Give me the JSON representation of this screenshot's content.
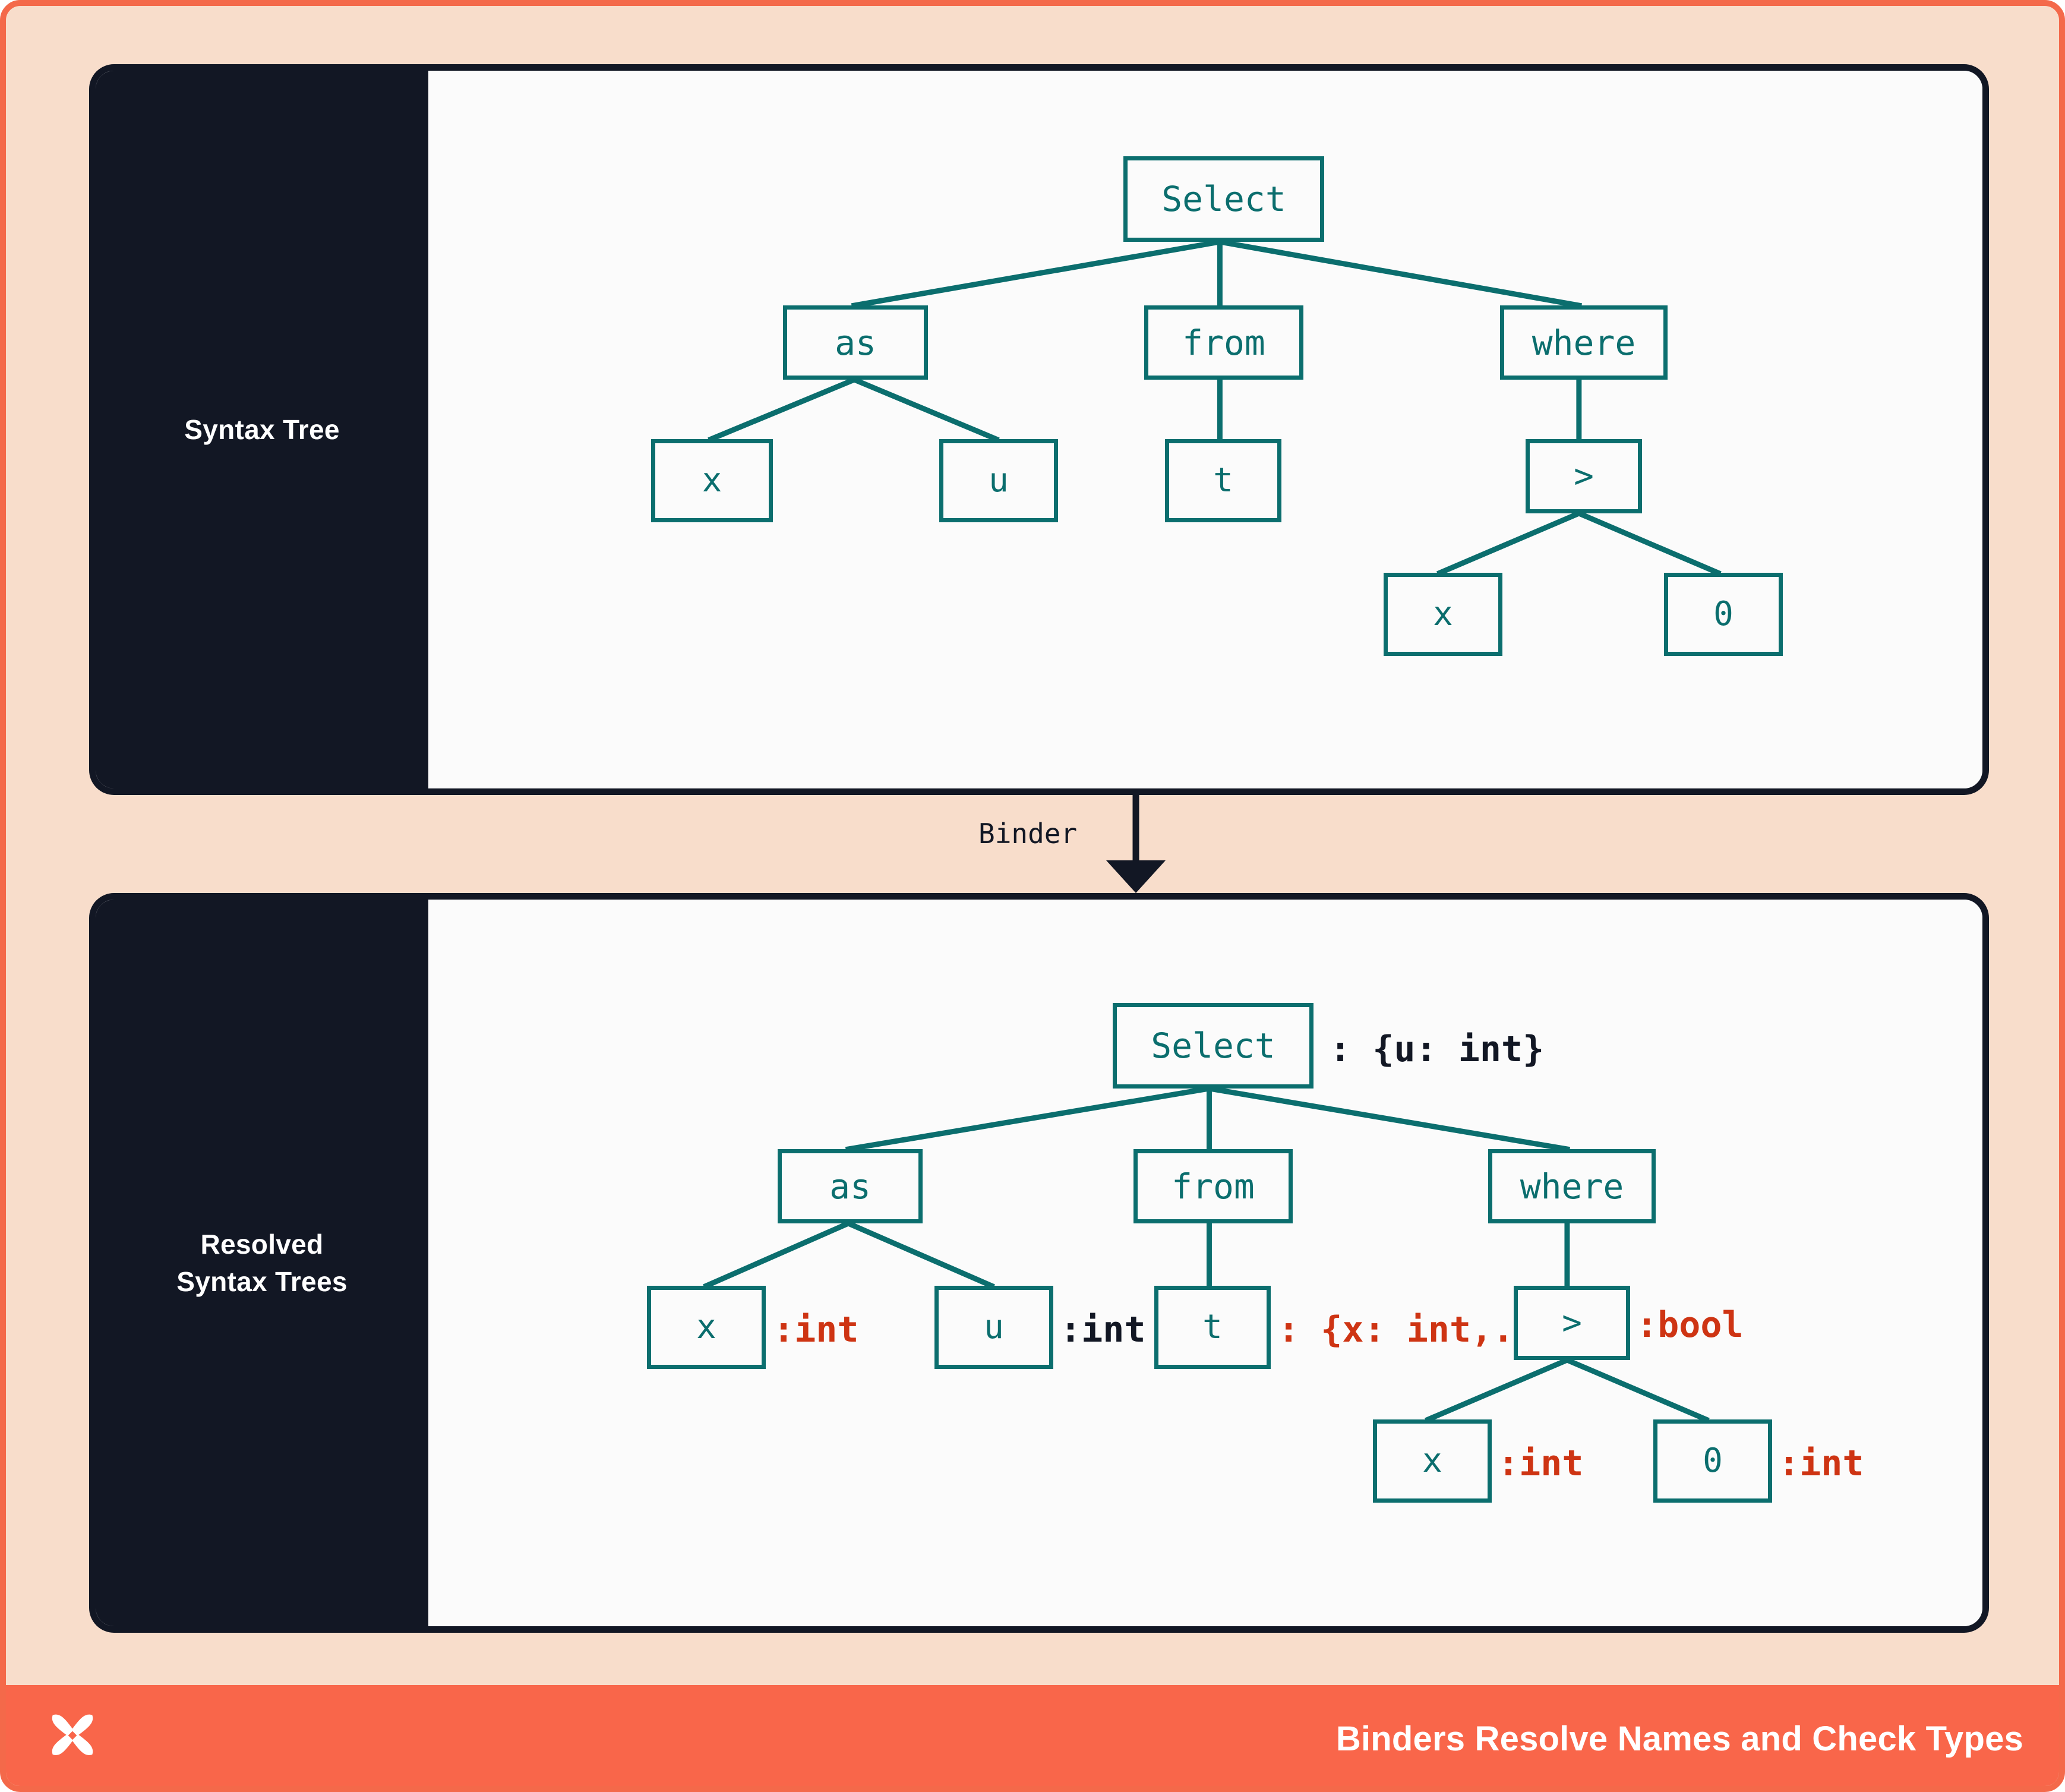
{
  "theme": {
    "outer_border": "#F4694A",
    "background": "#F8DDCB",
    "panel_dark": "#121724",
    "panel_canvas": "#FBFBFB",
    "node_teal": "#0B6E6E",
    "annotation_red": "#CE3413",
    "annotation_dark": "#121724",
    "footer_bg": "#F9664A"
  },
  "panels": [
    {
      "id": "syntax",
      "side_label_lines": [
        "Syntax Tree"
      ]
    },
    {
      "id": "resolved",
      "side_label_lines": [
        "Resolved",
        "Syntax Trees"
      ]
    }
  ],
  "binder": {
    "label": "Binder",
    "arrow": "down-arrow"
  },
  "footer": {
    "title": "Binders Resolve Names and Check Types",
    "logo": "x-brand-logo"
  },
  "chart_data": {
    "type": "diagram",
    "title": "Binders Resolve Names and Check Types",
    "subtype": "syntax-tree-pair",
    "trees": [
      {
        "name": "Syntax Tree",
        "annotated": false,
        "nodes": [
          {
            "id": "select",
            "label": "Select",
            "parent": null
          },
          {
            "id": "as",
            "label": "as",
            "parent": "select"
          },
          {
            "id": "from",
            "label": "from",
            "parent": "select"
          },
          {
            "id": "where",
            "label": "where",
            "parent": "select"
          },
          {
            "id": "as_x",
            "label": "x",
            "parent": "as"
          },
          {
            "id": "as_u",
            "label": "u",
            "parent": "as"
          },
          {
            "id": "from_t",
            "label": "t",
            "parent": "from"
          },
          {
            "id": "gt",
            "label": ">",
            "parent": "where"
          },
          {
            "id": "gt_x",
            "label": "x",
            "parent": "gt"
          },
          {
            "id": "gt_0",
            "label": "0",
            "parent": "gt"
          }
        ]
      },
      {
        "name": "Resolved Syntax Trees",
        "annotated": true,
        "nodes": [
          {
            "id": "select",
            "label": "Select",
            "parent": null,
            "annotation": ": {u: int}",
            "annotation_color": "dark"
          },
          {
            "id": "as",
            "label": "as",
            "parent": "select",
            "annotation": null
          },
          {
            "id": "from",
            "label": "from",
            "parent": "select",
            "annotation": null
          },
          {
            "id": "where",
            "label": "where",
            "parent": "select",
            "annotation": null
          },
          {
            "id": "as_x",
            "label": "x",
            "parent": "as",
            "annotation": ":int",
            "annotation_color": "red"
          },
          {
            "id": "as_u",
            "label": "u",
            "parent": "as",
            "annotation": ":int",
            "annotation_color": "dark"
          },
          {
            "id": "from_t",
            "label": "t",
            "parent": "from",
            "annotation": ": {x: int,...}",
            "annotation_color": "red"
          },
          {
            "id": "gt",
            "label": ">",
            "parent": "where",
            "annotation": ":bool",
            "annotation_color": "red"
          },
          {
            "id": "gt_x",
            "label": "x",
            "parent": "gt",
            "annotation": ":int",
            "annotation_color": "red"
          },
          {
            "id": "gt_0",
            "label": "0",
            "parent": "gt",
            "annotation": ":int",
            "annotation_color": "red"
          }
        ]
      }
    ]
  }
}
